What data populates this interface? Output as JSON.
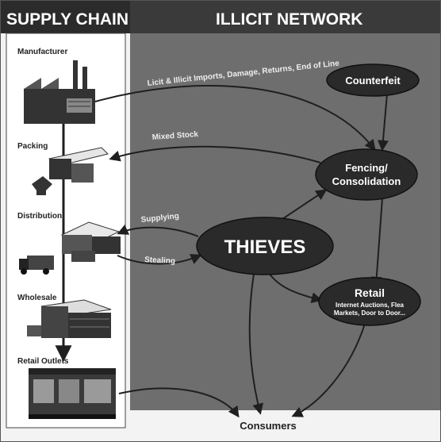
{
  "header": {
    "left_title": "SUPPLY CHAIN",
    "right_title": "ILLICIT NETWORK"
  },
  "supply_chain": {
    "stages": [
      "Manufacturer",
      "Packing",
      "Distribution",
      "Wholesale",
      "Retail Outlets"
    ]
  },
  "nodes": {
    "counterfeit": "Counterfeit",
    "fencing_line1": "Fencing/",
    "fencing_line2": "Consolidation",
    "thieves": "THIEVES",
    "retail_title": "Retail",
    "retail_sub1": "Internet Auctions, Flea",
    "retail_sub2": "Markets, Door to Door...",
    "consumers": "Consumers"
  },
  "edges": {
    "imports": "Licit & Illicit Imports, Damage, Returns, End of Line",
    "mixed_stock": "Mixed Stock",
    "supplying": "Supplying",
    "stealing": "Stealing"
  },
  "colors": {
    "header_bg": "#2b2b2b",
    "network_bg": "#6e6e6e",
    "node_fill": "#2a2a2a",
    "arrow": "#1f1f1f"
  }
}
